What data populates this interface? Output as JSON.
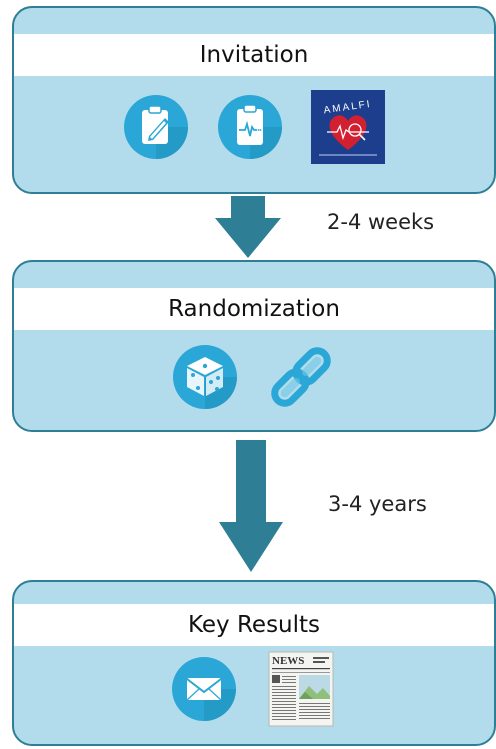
{
  "stages": {
    "invitation": {
      "title": "Invitation",
      "logo_text": "AMALFI"
    },
    "randomization": {
      "title": "Randomization"
    },
    "results": {
      "title": "Key Results",
      "newspaper_title": "NEWS"
    }
  },
  "durations": {
    "first": "2-4 weeks",
    "second": "3-4 years"
  },
  "icons": {
    "invitation": [
      "clipboard-pencil-icon",
      "clipboard-ecg-icon",
      "amalfi-logo"
    ],
    "randomization": [
      "dice-icon",
      "chain-link-icon"
    ],
    "results": [
      "envelope-icon",
      "newspaper-icon"
    ]
  },
  "colors": {
    "panel_fill": "#b2dceb",
    "panel_border": "#2e7f96",
    "arrow": "#2e7f96",
    "icon_circle": "#2aa7d6"
  }
}
